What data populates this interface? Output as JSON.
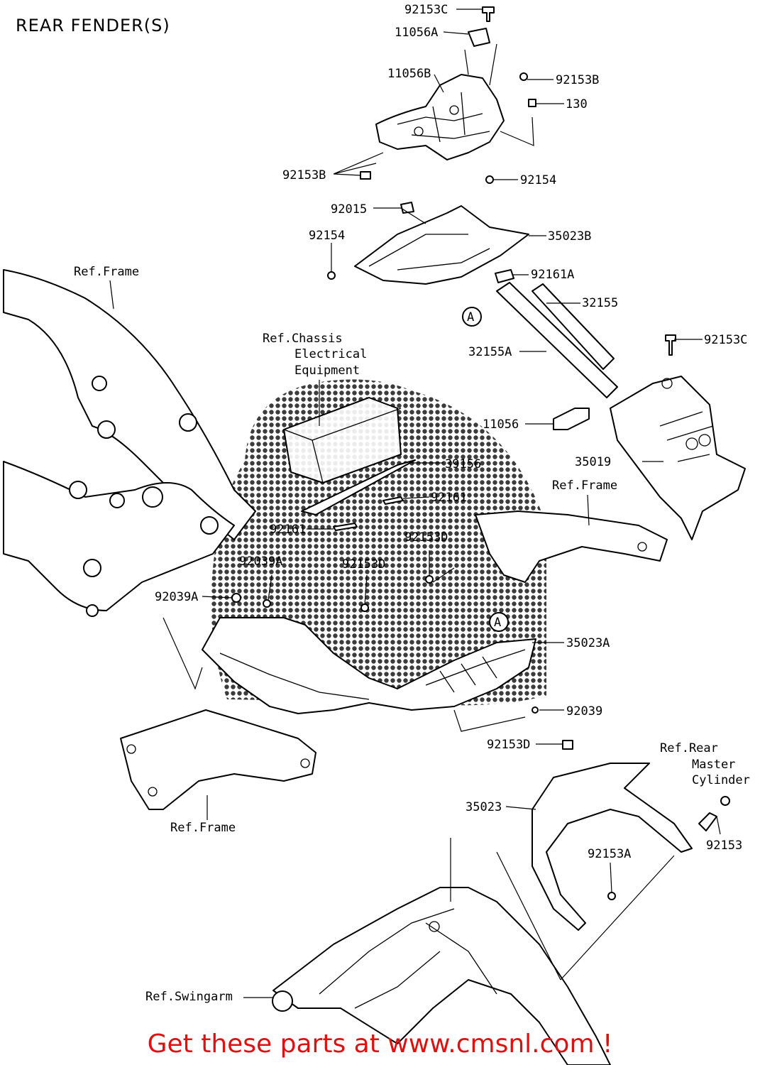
{
  "title": "REAR FENDER(S)",
  "footer": "Get these parts at www.cmsnl.com !",
  "callout_marker": "A",
  "labels": {
    "p92153C_top": "92153C",
    "p11056A": "11056A",
    "p11056B": "11056B",
    "p92153B_r": "92153B",
    "p130": "130",
    "p92153B_l": "92153B",
    "p92154_r": "92154",
    "p92015": "92015",
    "p35023B": "35023B",
    "p92154_l": "92154",
    "p92161A": "92161A",
    "p32155": "32155",
    "p32155A": "32155A",
    "p92153C_r": "92153C",
    "p11056": "11056",
    "p35019": "35019",
    "p39156": "39156",
    "p92161_r": "92161",
    "p92161_l": "92161",
    "p92153D_a": "92153D",
    "p92039A_a": "92039A",
    "p92153D_b": "92153D",
    "p92039A_b": "92039A",
    "p35023A": "35023A",
    "p92039": "92039",
    "p92153D_c": "92153D",
    "p35023": "35023",
    "p92153A": "92153A",
    "p92153": "92153"
  },
  "refs": {
    "frame_top": "Ref.Frame",
    "chassis_1": "Ref.Chassis",
    "chassis_2": "Electrical",
    "chassis_3": "Equipment",
    "frame_right": "Ref.Frame",
    "frame_bottom": "Ref.Frame",
    "rear_1": "Ref.Rear",
    "rear_2": "Master",
    "rear_3": "Cylinder",
    "swingarm": "Ref.Swingarm"
  }
}
